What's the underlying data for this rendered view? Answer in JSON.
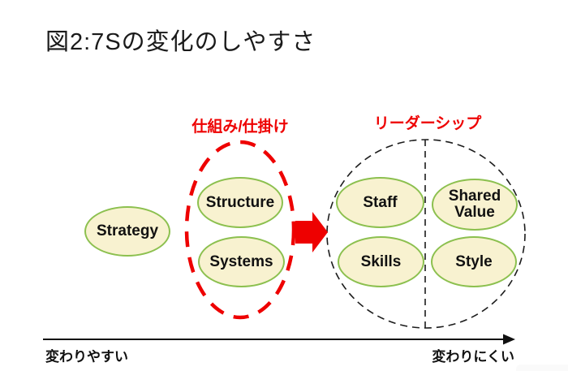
{
  "title": "図2:7Sの変化のしやすさ",
  "groups": {
    "mechanism_label": "仕組み/仕掛け",
    "leadership_label": "リーダーシップ"
  },
  "ellipses": {
    "strategy": "Strategy",
    "structure": "Structure",
    "systems": "Systems",
    "staff": "Staff",
    "shared_value": "Shared Value",
    "skills": "Skills",
    "style": "Style"
  },
  "axis": {
    "left_label": "変わりやすい",
    "right_label": "変わりにくい"
  },
  "colors": {
    "accent_red": "#ee0000",
    "ellipse_fill": "#f8f2d0",
    "ellipse_border": "#8cc04f",
    "text": "#1a1a1a"
  }
}
